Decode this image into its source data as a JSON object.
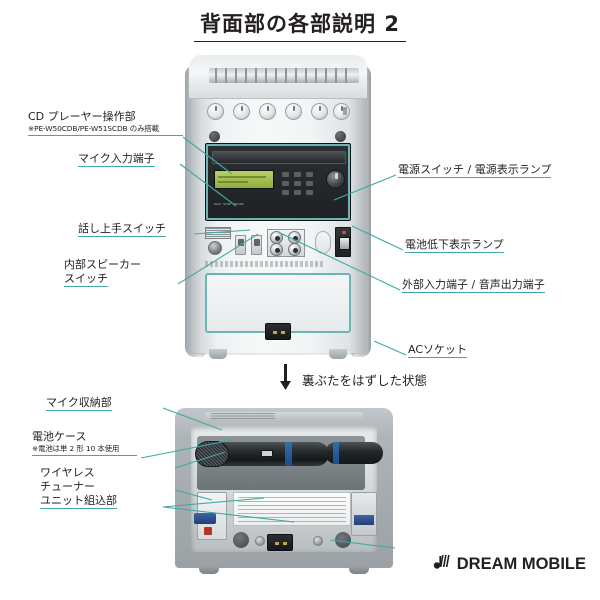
{
  "page": {
    "title": "背面部の各部説明 2",
    "background_color": "#ffffff",
    "leader_line_color": "#3fa9a5",
    "text_color": "#231f20"
  },
  "divider": {
    "arrow_icon": "down-arrow-icon",
    "text": "裏ぶたをはずした状態"
  },
  "top_unit": {
    "callouts_left": [
      {
        "name": "cd-player-control",
        "label": "CD プレーヤー操作部",
        "note": "※PE-W50CDB/PE-W51SCDB のみ搭載"
      },
      {
        "name": "mic-input-jack",
        "label": "マイク入力端子"
      },
      {
        "name": "speak-well-switch",
        "label": "話し上手スイッチ"
      },
      {
        "name": "internal-speaker-switch",
        "label_line1": "内部スピーカー",
        "label_line2": "スイッチ"
      }
    ],
    "callouts_right": [
      {
        "name": "power-switch-lamp",
        "label": "電源スイッチ / 電源表示ランプ"
      },
      {
        "name": "low-battery-lamp",
        "label": "電池低下表示ランプ"
      },
      {
        "name": "ext-input-audio-output",
        "label": "外部入力端子 / 音声出力端子"
      },
      {
        "name": "ac-socket",
        "label": "ACソケット"
      }
    ]
  },
  "bottom_unit": {
    "callouts_left": [
      {
        "name": "mic-storage",
        "label": "マイク収納部"
      },
      {
        "name": "battery-case",
        "label": "電池ケース",
        "note": "※電池は単 2 形 10 本使用"
      },
      {
        "name": "wireless-tuner-unit-bay",
        "label_line1": "ワイヤレス",
        "label_line2": "チューナー",
        "label_line3": "ユニット組込部"
      }
    ]
  },
  "brand": {
    "logo_icon": "music-note-wave-icon",
    "name": "DREAM MOBILE"
  }
}
